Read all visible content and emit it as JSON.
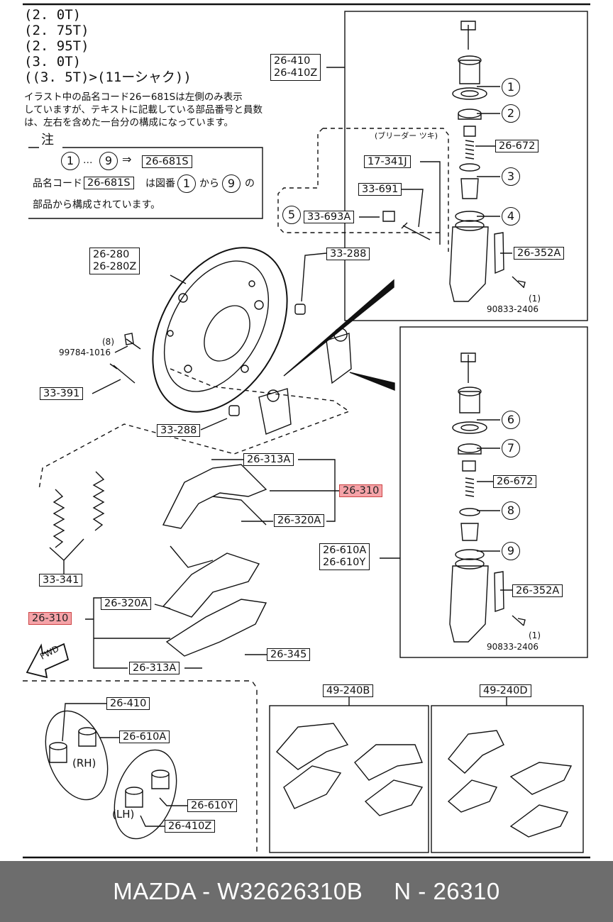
{
  "spec_lines": [
    "(2. 0T)",
    "(2. 75T)",
    "(2. 95T)",
    "(3. 0T)",
    "((3. 5T)>(11ーシャク))"
  ],
  "note_lines": [
    "イラスト中の品名コード26ー681Sは左側のみ表示",
    "していますが、テキストに記載している部品番号と員数",
    "は、左右を含めた一台分の構成になっています。"
  ],
  "legend": {
    "title": "注",
    "range_from": "1",
    "range_sep": "…",
    "range_to": "9",
    "arrow": "⇒",
    "code": "26-681S",
    "line2_prefix": "品名コード",
    "line2_code": "26-681S",
    "line2_mid": "は図番",
    "line2_from": "1",
    "line2_kara": "から",
    "line2_to": "9",
    "line2_no": "の",
    "line3": "部品から構成されています。"
  },
  "bleeder_note": "(ブリーダー ツキ)",
  "parts": {
    "p26410_top": "26-410\n26-410Z",
    "p26672_top": "26-672",
    "p17341J": "17-341J",
    "p33691": "33-691",
    "p33693A": "33-693A",
    "p26352A_top": "26-352A",
    "bolt_qty_top": "(1)",
    "bolt_code_top": "90833-2406",
    "p26280": "26-280\n26-280Z",
    "p33288_top": "33-288",
    "bolt_qty_left": "(8)",
    "bolt_code_left": "99784-1016",
    "p33391": "33-391",
    "p33288_bottom": "33-288",
    "p26313A_top": "26-313A",
    "p26310_top": "26-310",
    "p26320A_top": "26-320A",
    "p26672_bottom": "26-672",
    "p26610A_mid": "26-610A\n26-610Y",
    "p26352A_bottom": "26-352A",
    "bolt_qty_bottom": "(1)",
    "bolt_code_bottom": "90833-2406",
    "p33341": "33-341",
    "p26320A_left": "26-320A",
    "p26310_left": "26-310",
    "p26345": "26-345",
    "p26313A_bottom": "26-313A",
    "p26410_small": "26-410",
    "p26610A_small": "26-610A",
    "p26610Y_small": "26-610Y",
    "p26410Z_small": "26-410Z",
    "rh": "(RH)",
    "lh": "(LH)",
    "p49240B": "49-240B",
    "p49240D": "49-240D",
    "fwd": "FWD"
  },
  "callouts": [
    "1",
    "2",
    "3",
    "4",
    "5",
    "6",
    "7",
    "8",
    "9"
  ],
  "highlight_color": "#f5a3a8",
  "footer": {
    "brand": "MAZDA - W32626310B",
    "part_number": "N - 26310"
  }
}
